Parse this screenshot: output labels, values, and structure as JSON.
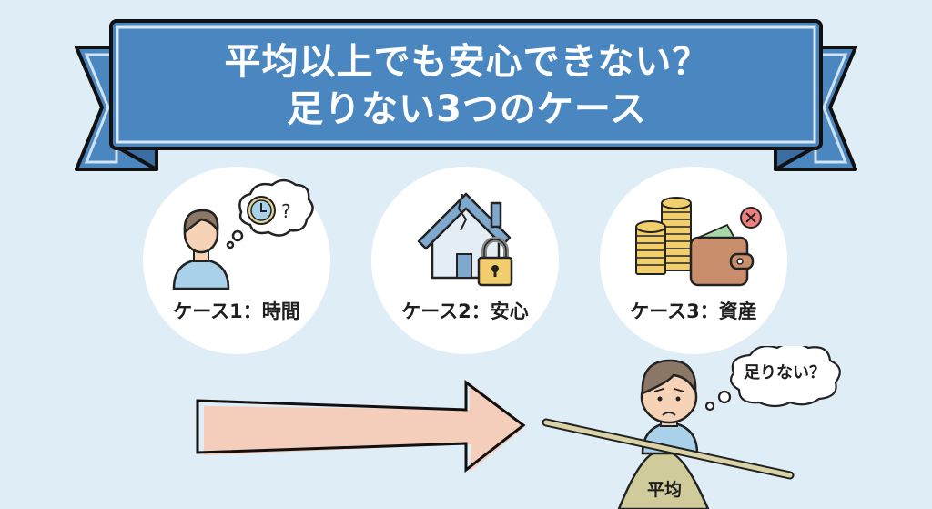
{
  "banner": {
    "title_line1": "平均以上でも安心できない？",
    "title_line2": "足りない3つのケース",
    "color": "#4a86bf",
    "shade_color": "#3a6ea3"
  },
  "cases": [
    {
      "label": "ケース1：時間",
      "icon": "person-thinking-clock-icon"
    },
    {
      "label": "ケース2：安心",
      "icon": "cracked-house-padlock-icon"
    },
    {
      "label": "ケース3：資産",
      "icon": "coins-wallet-x-icon"
    }
  ],
  "bottom": {
    "arrow_color": "#f5cdbb",
    "thought_text": "足りない？",
    "hill_label": "平均",
    "hill_color": "#cfcb9a",
    "seesaw_color": "#d9d3a6"
  },
  "colors": {
    "background": "#dfedf6",
    "circle": "#ffffff",
    "text": "#1e1e1e"
  }
}
